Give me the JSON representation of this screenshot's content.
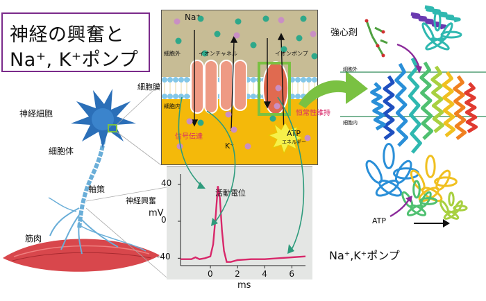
{
  "title": {
    "line1": "神経の興奮と",
    "line2": "Na⁺, K⁺ポンプ"
  },
  "neuron_labels": {
    "neuron": "神経細胞",
    "cell_body": "細胞体",
    "axon": "軸策",
    "muscle": "筋肉",
    "membrane": "細胞膜",
    "excitation": "神経興奮"
  },
  "membrane": {
    "na_label": "Na⁺",
    "k_label": "K⁺",
    "outside": "細胞外",
    "inside": "細胞内",
    "channel": "イオンチャネル",
    "pump": "イオンポンプ",
    "signal": "信号伝達",
    "homeostasis": "恒常性維持",
    "atp": "ATP",
    "energy": "エネルギー"
  },
  "protein": {
    "cardiotonic": "強心剤",
    "outside": "細胞外",
    "inside": "細胞内",
    "atp": "ATP",
    "pump_name": "Na⁺,K⁺ポンプ"
  },
  "chart_data": {
    "type": "line",
    "title": "",
    "annotation": "活動電位",
    "xlabel": "ms",
    "ylabel": "mV",
    "xlim": [
      -2.2,
      7
    ],
    "ylim": [
      -45,
      45
    ],
    "xticks": [
      0,
      2,
      4,
      6
    ],
    "yticks": [
      40,
      0,
      -40
    ],
    "series": [
      {
        "x": [
          -2.2,
          -1.4,
          -1.1,
          -0.8,
          -0.4,
          0.0,
          0.2,
          0.4,
          0.55,
          0.7,
          0.85,
          1.0,
          1.2,
          1.5,
          2.0,
          3.0,
          4.0,
          5.0,
          6.0,
          7.0
        ],
        "y": [
          -41,
          -41,
          -39,
          -41,
          -40,
          -38,
          -25,
          8,
          38,
          25,
          -10,
          -32,
          -44,
          -44,
          -42,
          -41,
          -41,
          -40,
          -39,
          -38
        ]
      }
    ]
  },
  "colors": {
    "extracellular": "#c7bc95",
    "intracellular": "#f4b90a",
    "lipid_head": "#83c7e8",
    "channel": "#ee9a84",
    "pump_box": "#7ac142",
    "na_ion": "#2ea88a",
    "k_ion": "#c98fc4",
    "ap_curve": "#d8286a",
    "muscle": "#d8474c",
    "neuron": "#2b6fb8",
    "callout": "#2e9b7c",
    "title_border": "#7a2a8a"
  }
}
